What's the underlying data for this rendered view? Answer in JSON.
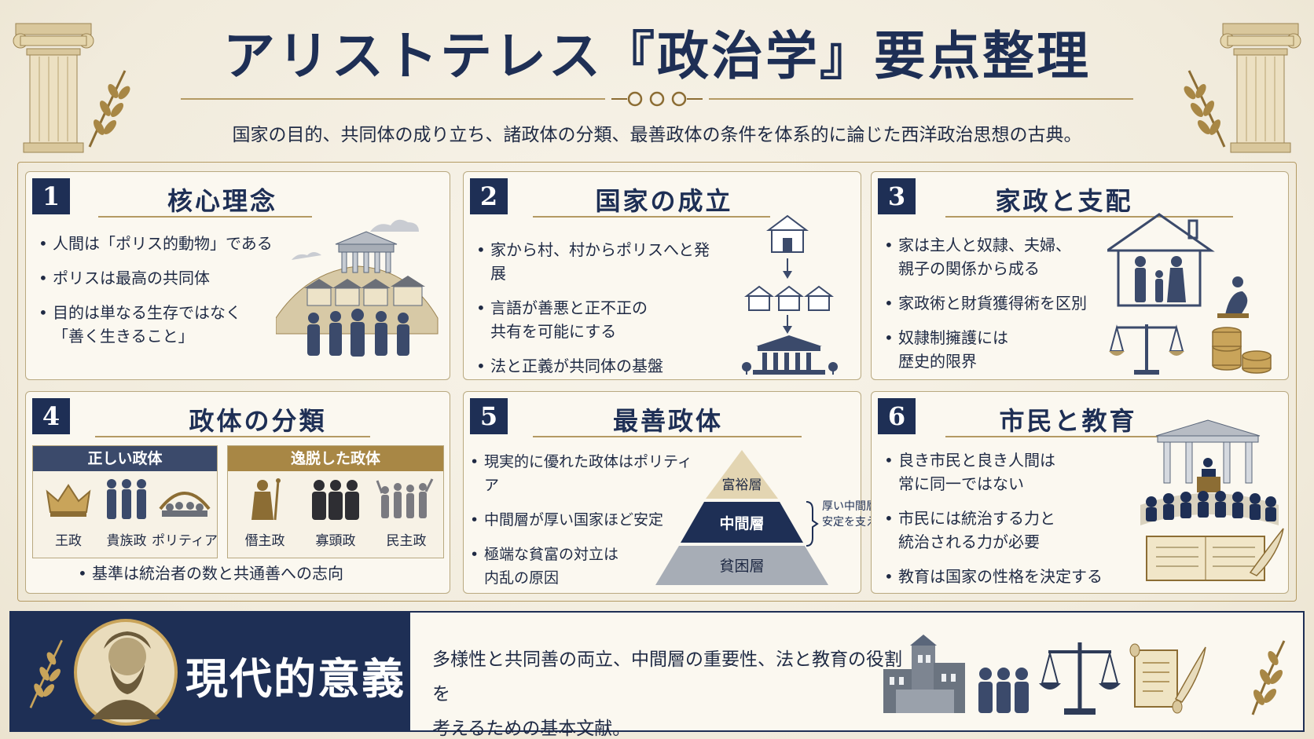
{
  "header": {
    "title": "アリストテレス『政治学』要点整理",
    "subtitle": "国家の目的、共同体の成り立ち、諸政体の分類、最善政体の条件を体系的に論じた西洋政治思想の古典。"
  },
  "colors": {
    "navy": "#1e2f55",
    "gold": "#b49a63",
    "gold_dark": "#8c6d34",
    "paper": "#fbf8f0",
    "gray": "#a7adb6"
  },
  "cards": [
    {
      "number": "1",
      "title": "核心理念",
      "bullets": [
        "人間は「ポリス的動物」である",
        "ポリスは最高の共同体",
        "目的は単なる生存ではなく\n「善く生きること」"
      ]
    },
    {
      "number": "2",
      "title": "国家の成立",
      "bullets": [
        "家から村、村からポリスへと発展",
        "言語が善悪と正不正の\n共有を可能にする",
        "法と正義が共同体の基盤"
      ]
    },
    {
      "number": "3",
      "title": "家政と支配",
      "bullets": [
        "家は主人と奴隷、夫婦、\n親子の関係から成る",
        "家政術と財貨獲得術を区別",
        "奴隷制擁護には\n歴史的限界"
      ]
    },
    {
      "number": "4",
      "title": "政体の分類",
      "correct_head": "正しい政体",
      "deviant_head": "逸脱した政体",
      "correct": [
        "王政",
        "貴族政",
        "ポリティア"
      ],
      "deviant": [
        "僭主政",
        "寡頭政",
        "民主政"
      ],
      "note": "基準は統治者の数と共通善への志向"
    },
    {
      "number": "5",
      "title": "最善政体",
      "bullets": [
        "現実的に優れた政体はポリティア",
        "中間層が厚い国家ほど安定",
        "極端な貧富の対立は\n内乱の原因"
      ],
      "pyramid": [
        "富裕層",
        "中間層",
        "貧困層"
      ],
      "pyramid_note": "厚い中間層が\n安定を支える"
    },
    {
      "number": "6",
      "title": "市民と教育",
      "bullets": [
        "良き市民と良き人間は\n常に同一ではない",
        "市民には統治する力と\n統治される力が必要",
        "教育は国家の性格を決定する"
      ]
    }
  ],
  "banner": {
    "title": "現代的意義",
    "text": "多様性と共同善の両立、中間層の重要性、法と教育の役割を\n考えるための基本文献。"
  }
}
